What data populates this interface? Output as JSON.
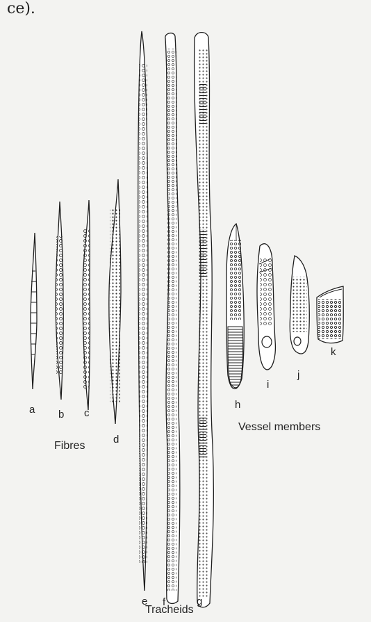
{
  "figure": {
    "top_fragment": "ce).",
    "cell_labels": [
      "a",
      "b",
      "c",
      "d",
      "e",
      "f",
      "g",
      "h",
      "i",
      "j",
      "k"
    ],
    "group_labels": {
      "fibres": "Fibres",
      "tracheids": "Tracheids",
      "vessels": "Vessel members"
    },
    "ink_color": "#1e1e1e",
    "background_color": "#f3f3f1"
  }
}
